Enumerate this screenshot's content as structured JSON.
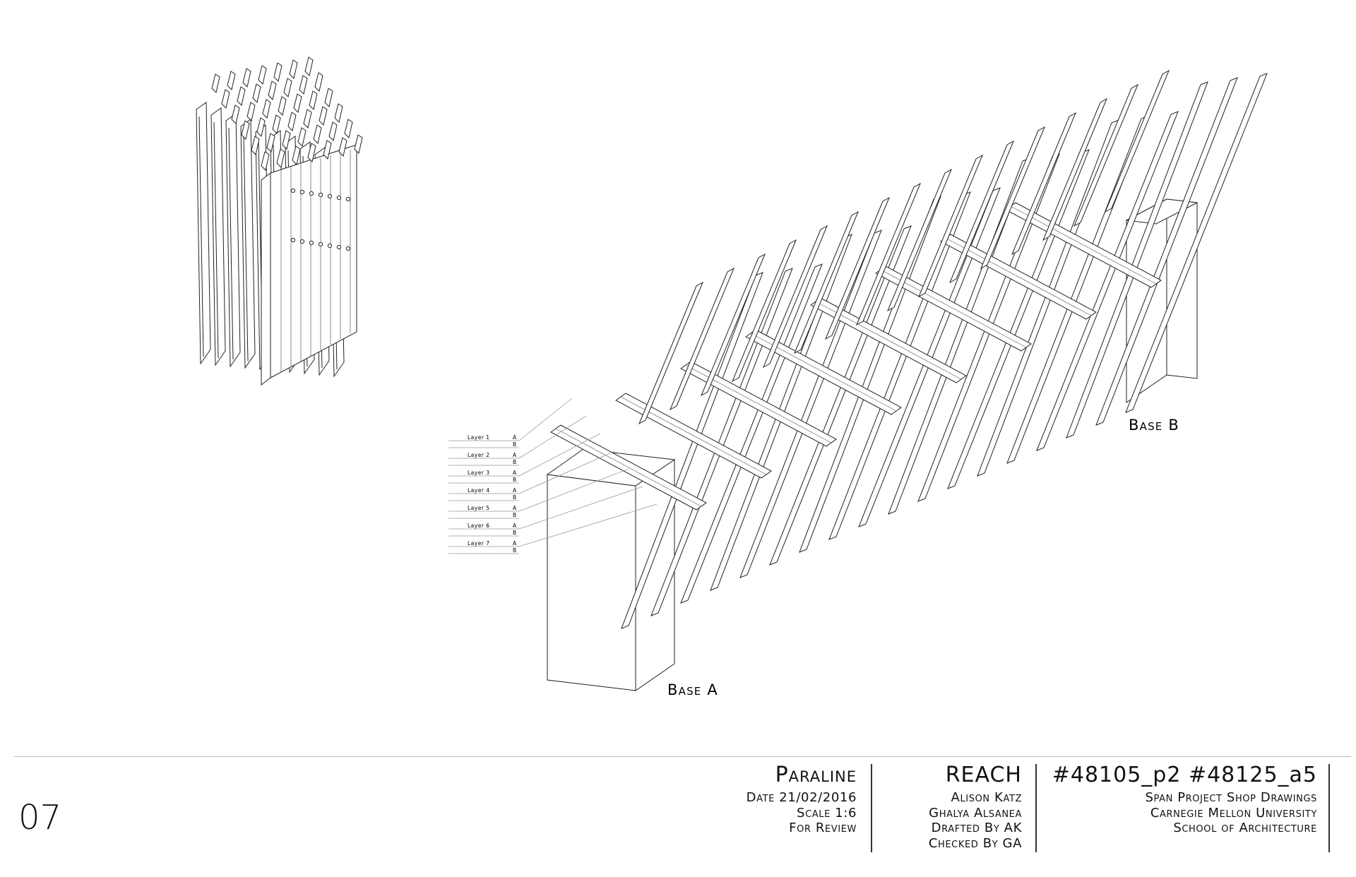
{
  "drawing": {
    "base_a_label": "Base A",
    "base_b_label": "Base B",
    "layers": [
      {
        "label": "Layer 1",
        "a": "A",
        "b": "B"
      },
      {
        "label": "Layer 2",
        "a": "A",
        "b": "B"
      },
      {
        "label": "Layer 3",
        "a": "A",
        "b": "B"
      },
      {
        "label": "Layer 4",
        "a": "A",
        "b": "B"
      },
      {
        "label": "Layer 5",
        "a": "A",
        "b": "B"
      },
      {
        "label": "Layer 6",
        "a": "A",
        "b": "B"
      },
      {
        "label": "Layer 7",
        "a": "A",
        "b": "B"
      }
    ]
  },
  "title_block": {
    "sheet_number": "07",
    "drawing": {
      "title": "Paraline",
      "date": "Date 21/02/2016",
      "scale": "Scale 1:6",
      "status": "For Review"
    },
    "project": {
      "title": "REACH",
      "author_1": "Alison Katz",
      "author_2": "Ghalya Alsanea",
      "drafted": "Drafted By AK",
      "checked": "Checked By GA"
    },
    "course": {
      "title": "#48105_p2 #48125_a5",
      "line_1": "Span Project Shop Drawings",
      "line_2": "Carnegie Mellon University",
      "line_3": "School of Architecture"
    }
  }
}
